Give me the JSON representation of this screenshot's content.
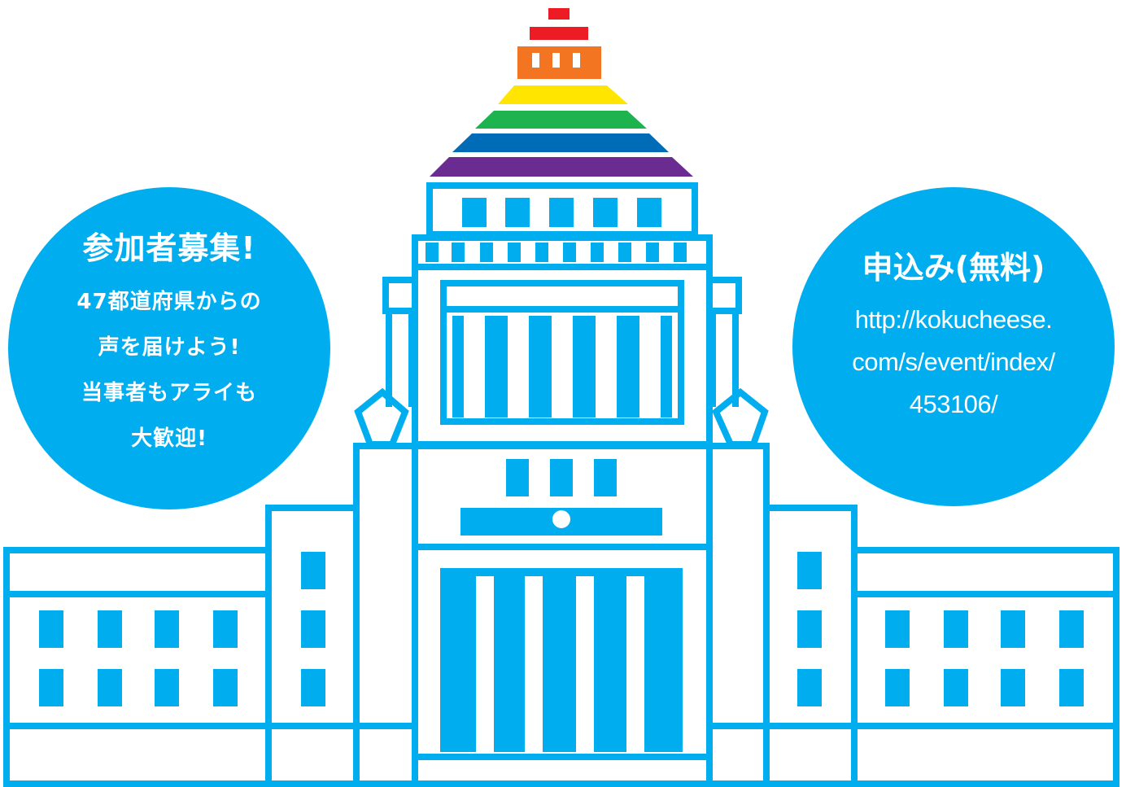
{
  "colors": {
    "building_blue": "#00aeef",
    "dome_red": "#ed1c24",
    "dome_orange": "#f47521",
    "dome_yellow": "#ffe500",
    "dome_green": "#1db34f",
    "dome_blue": "#006cb7",
    "dome_purple": "#6b2c91"
  },
  "left_bubble": {
    "title": "参加者募集!",
    "lines": [
      "47都道府県からの",
      "声を届けよう!",
      "当事者もアライも",
      "大歓迎!"
    ]
  },
  "right_bubble": {
    "title": "申込み(無料)",
    "lines": [
      "http://kokucheese.",
      "com/s/event/index/",
      "453106/"
    ]
  }
}
